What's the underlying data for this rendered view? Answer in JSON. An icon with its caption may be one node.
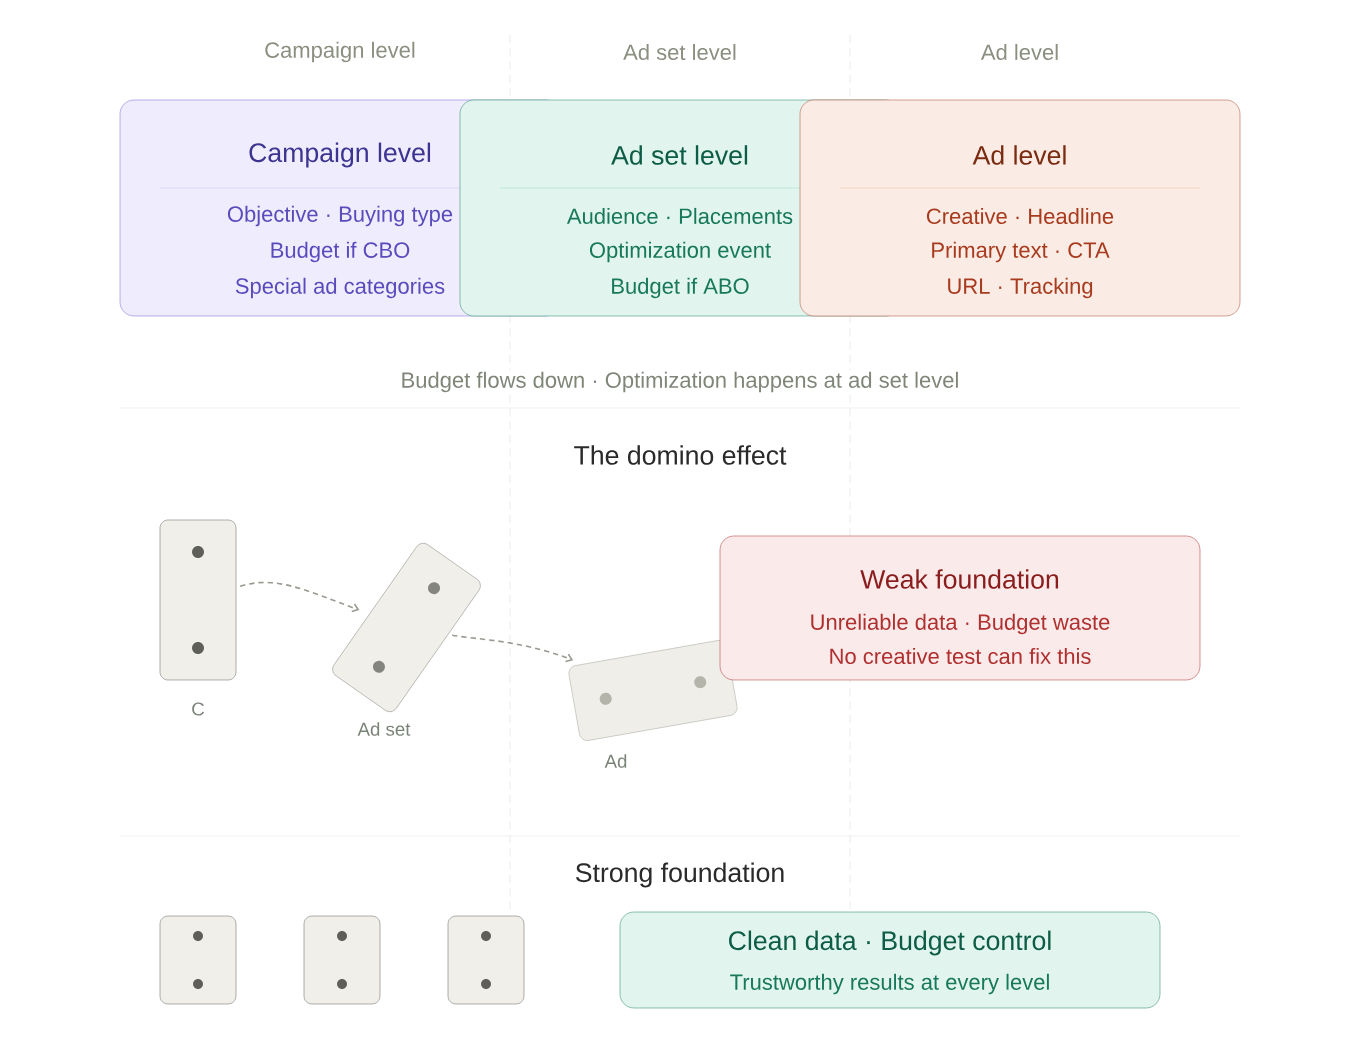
{
  "diagram": {
    "nodes": [
      {
        "text": [
          "Campaign level",
          "Objective · Buying type",
          "Budget if CBO",
          "Special ad categories"
        ]
      },
      {
        "text": [
          "Ad set level",
          "Audience · Placements",
          "Optimization event",
          "Budget if ABO"
        ]
      },
      {
        "text": [
          "Ad level",
          "Creative · Headline",
          "Primary text · CTA",
          "URL · Tracking"
        ]
      },
      {
        "text": [],
        "shape": "box",
        "beside": [
          "C"
        ]
      },
      {
        "text": [],
        "shape": "box",
        "beside": [
          "Ad set"
        ]
      },
      {
        "text": [],
        "shape": "box",
        "beside": [
          "Ad"
        ]
      },
      {
        "text": [
          "Weak foundation",
          "Unreliable data · Budget waste",
          "No creative test can fix this"
        ]
      },
      {
        "text": [],
        "shape": "box"
      },
      {
        "text": [],
        "shape": "box"
      },
      {
        "text": [],
        "shape": "box"
      },
      {
        "text": [
          "Clean data · Budget control",
          "Trustworthy results at every level"
        ]
      }
    ],
    "edges": [
      {
        "from": 3,
        "to": 4,
        "arrow": "to",
        "style": "dashed"
      },
      {
        "from": 4,
        "to": 5,
        "arrow": "to",
        "style": "dashed"
      }
    ],
    "labels": [
      "Campaign level",
      "Ad set level",
      "Ad level",
      "Budget flows down · Optimization happens at ad set level",
      "The domino effect",
      "Strong foundation"
    ]
  }
}
